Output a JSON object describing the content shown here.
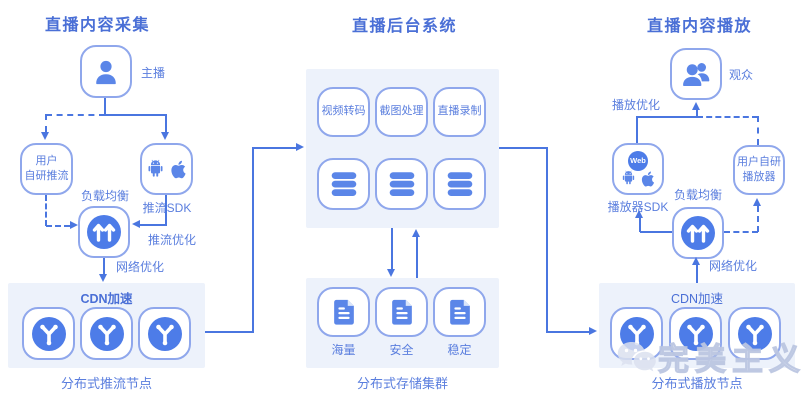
{
  "colors": {
    "primary_blue": "#4a76e0",
    "icon_blue": "#5b86e8",
    "circle_blue": "#4d7ce8",
    "border_blue": "#8fa7ec",
    "panel_bg": "#edf2fb",
    "title_text": "#4a6fd6",
    "label_text": "#5a7ede",
    "watermark_gray": "#d6ddee"
  },
  "left": {
    "title": "直播内容采集",
    "anchor_label": "主播",
    "user_push_line1": "用户",
    "user_push_line2": "自研推流",
    "push_sdk_label": "推流SDK",
    "load_balance_label": "负载均衡",
    "push_optimize_label": "推流优化",
    "network_optimize_label": "网络优化",
    "cdn_label": "CDN加速",
    "bottom_label": "分布式推流节点"
  },
  "middle": {
    "title": "直播后台系统",
    "services": [
      "视频转码",
      "截图处理",
      "直播录制"
    ],
    "storage_features": [
      "海量",
      "安全",
      "稳定"
    ],
    "bottom_label": "分布式存储集群"
  },
  "right": {
    "title": "直播内容播放",
    "audience_label": "观众",
    "play_optimize_label": "播放优化",
    "web_badge": "Web",
    "player_sdk_label": "播放器SDK",
    "user_player_line1": "用户自研",
    "user_player_line2": "播放器",
    "load_balance_label": "负载均衡",
    "network_optimize_label": "网络优化",
    "cdn_label": "CDN加速",
    "bottom_label": "分布式播放节点"
  },
  "watermark": {
    "text": "完美主义"
  }
}
